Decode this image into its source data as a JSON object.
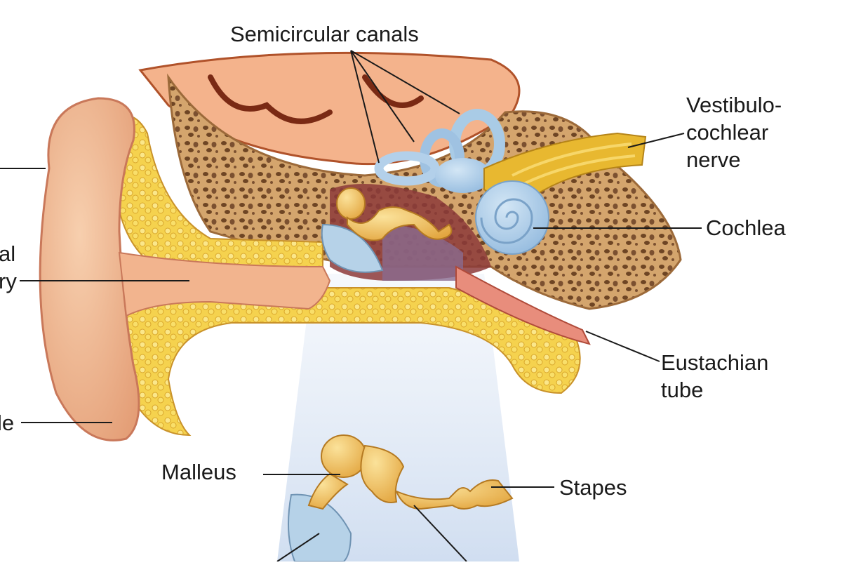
{
  "labels": {
    "semicircular_canals": "Semicircular canals",
    "vestibulocochlear_line1": "Vestibulo-",
    "vestibulocochlear_line2": "cochlear",
    "vestibulocochlear_line3": "nerve",
    "cochlea": "Cochlea",
    "eustachian_line1": "Eustachian",
    "eustachian_line2": "tube",
    "malleus": "Malleus",
    "stapes": "Stapes",
    "cropped_canal_line1": "al",
    "cropped_canal_line2": "ry",
    "cropped_lobule": "le"
  },
  "colors": {
    "skin": "#f0b48f",
    "bone_spongy": "#d9a066",
    "fat_yellow": "#f3cf45",
    "inner_ear_blue": "#a9cbe6",
    "brain": "#f4b38c",
    "nerve": "#e8b830",
    "ossicle": "#f2c05a",
    "eardrum": "#b6d2e8"
  }
}
